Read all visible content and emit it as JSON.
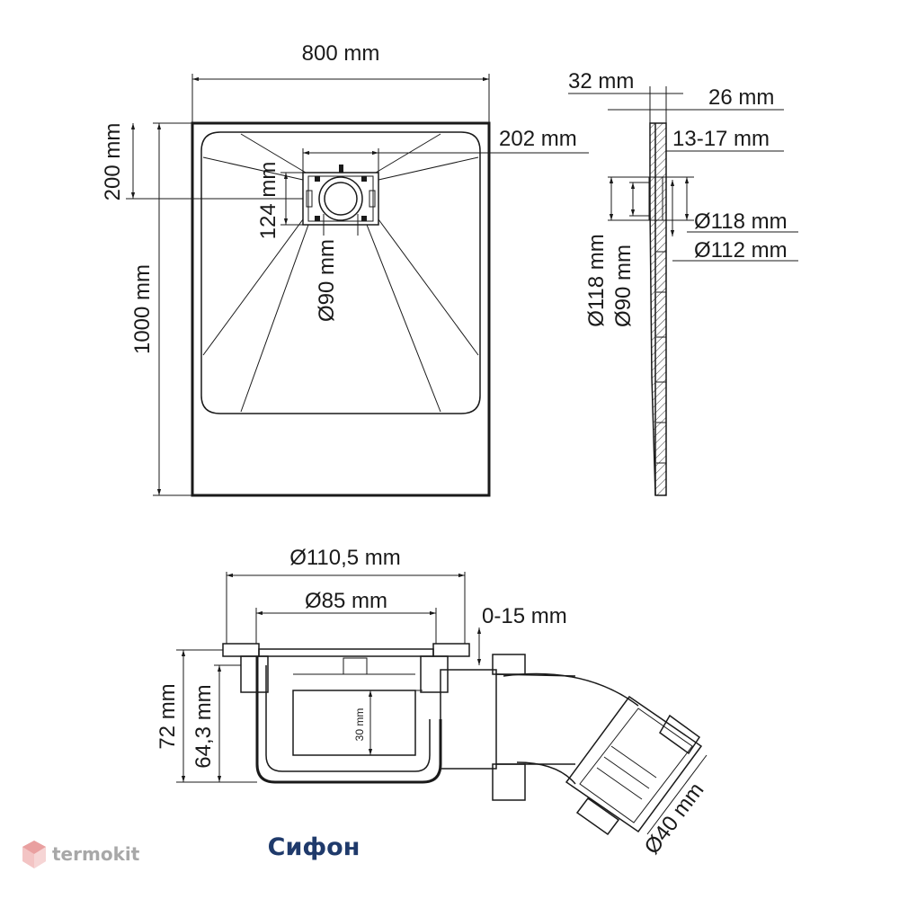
{
  "top_view": {
    "width_label": "800 mm",
    "length_label": "1000 mm",
    "drain_offset_label": "200 mm",
    "drain_width_label": "202 mm",
    "drain_height_label": "124 mm",
    "drain_hole_label": "Ø90 mm"
  },
  "side_view": {
    "top_label": "32 mm",
    "rim_label": "26 mm",
    "slope_label": "13-17 mm",
    "outer_diam_right_label": "Ø118 mm",
    "inner_diam_right_label": "Ø112 mm",
    "outer_diam_left_label": "Ø118 mm",
    "inner_diam_left_label": "Ø90 mm"
  },
  "siphon": {
    "flange_diam_label": "Ø110,5 mm",
    "body_diam_label": "Ø85 mm",
    "adjust_label": "0-15 mm",
    "total_height_label": "72 mm",
    "body_height_label": "64,3 mm",
    "water_seal_label": "30 mm",
    "outlet_diam_label": "Ø40 mm",
    "caption": "Сифон"
  },
  "brand": {
    "name": "termokit",
    "accent_color": "#e9a0a0"
  }
}
